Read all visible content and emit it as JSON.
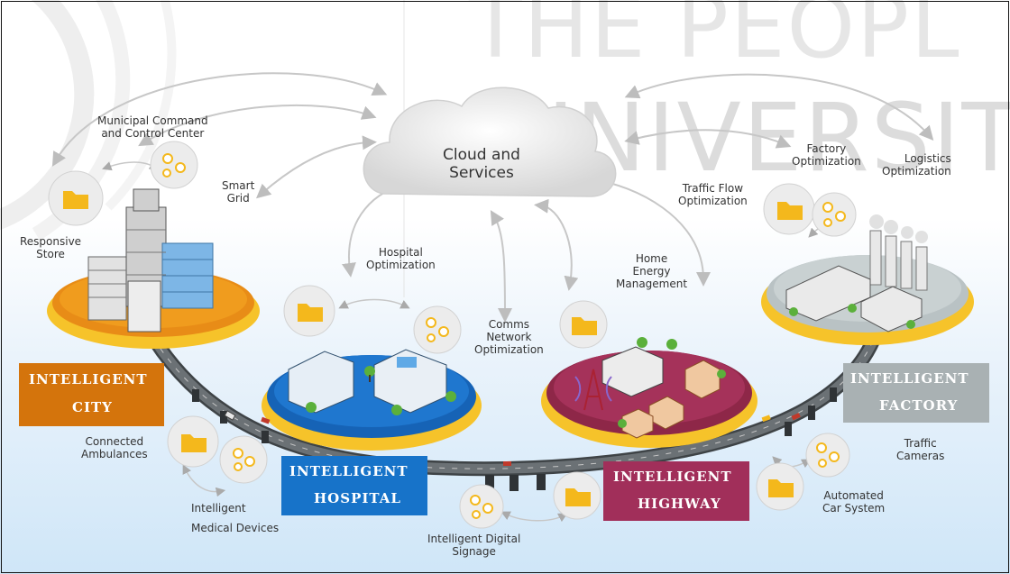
{
  "watermark": {
    "line1": "THE PEOPL",
    "line2": "UNIVERSIT"
  },
  "cloud": {
    "line1": "Cloud and",
    "line2": "Services"
  },
  "labels": {
    "municipal": [
      "Municipal Command",
      "and Control Center"
    ],
    "smart_grid": [
      "Smart",
      "Grid"
    ],
    "responsive_store": [
      "Responsive",
      "Store"
    ],
    "hospital_opt": [
      "Hospital",
      "Optimization"
    ],
    "home_energy": [
      "Home",
      "Energy",
      "Management"
    ],
    "comms": [
      "Comms",
      "Network",
      "Optimization"
    ],
    "traffic_flow": [
      "Traffic Flow",
      "Optimization"
    ],
    "factory_opt": [
      "Factory",
      "Optimization"
    ],
    "logistics": [
      "Logistics",
      "Optimization"
    ],
    "connected_amb": [
      "Connected",
      "Ambulances"
    ],
    "medical": [
      "Intelligent",
      "Medical Devices"
    ],
    "signage": [
      "Intelligent Digital",
      "Signage"
    ],
    "traffic_cams": [
      "Traffic",
      "Cameras"
    ],
    "car_system": [
      "Automated",
      "Car System"
    ]
  },
  "zones": {
    "city": {
      "line1": "INTELLIGENT",
      "line2": "CITY",
      "color": "#d4740c"
    },
    "hospital": {
      "line1": "INTELLIGENT",
      "line2": "HOSPITAL",
      "color": "#1773c9"
    },
    "highway": {
      "line1": "INTELLIGENT",
      "line2": "HIGHWAY",
      "color": "#a12f5a"
    },
    "factory": {
      "line1": "INTELLIGENT",
      "line2": "FACTORY",
      "color": "#a9b1b3"
    }
  },
  "colors": {
    "platform_rim": "#f6c32a",
    "road": "#5d6266",
    "bubble_folder": "#f4b81c"
  }
}
